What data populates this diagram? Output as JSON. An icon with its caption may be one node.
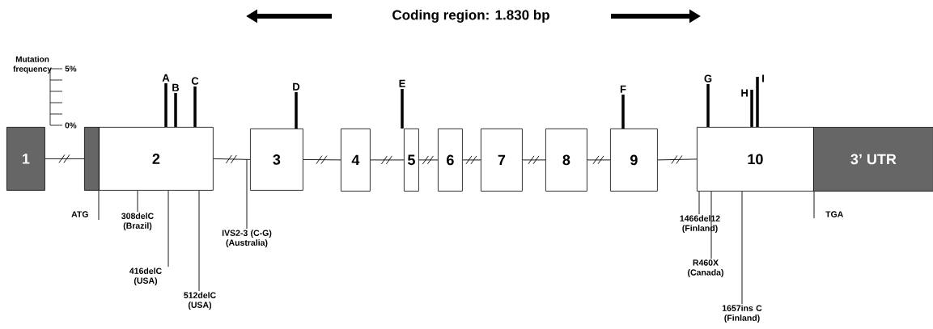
{
  "diagram": {
    "title": "Coding region: 1.830 bp",
    "nodes": [
      {
        "text": [
          "1"
        ]
      },
      {
        "text": [],
        "shape": "box"
      },
      {
        "text": [
          "2"
        ]
      },
      {
        "text": [
          "3"
        ]
      },
      {
        "text": [
          "4"
        ]
      },
      {
        "text": [
          "5"
        ]
      },
      {
        "text": [
          "6"
        ]
      },
      {
        "text": [
          "7"
        ]
      },
      {
        "text": [
          "8"
        ]
      },
      {
        "text": [
          "9"
        ]
      },
      {
        "text": [
          "10"
        ]
      },
      {
        "text": [
          "3’ UTR"
        ]
      },
      {
        "text": [
          "A"
        ]
      },
      {
        "text": [
          "B"
        ]
      },
      {
        "text": [
          "C"
        ]
      },
      {
        "text": [
          "D"
        ]
      },
      {
        "text": [
          "E"
        ]
      },
      {
        "text": [
          "F"
        ]
      },
      {
        "text": [
          "G"
        ]
      },
      {
        "text": [
          "H"
        ]
      },
      {
        "text": [
          "I"
        ]
      },
      {
        "text": [
          "ATG"
        ]
      },
      {
        "text": [
          "308delC (Brazil)"
        ]
      },
      {
        "text": [
          "416delC (USA)"
        ]
      },
      {
        "text": [
          "512delC (USA)"
        ]
      },
      {
        "text": [
          "IVS2-3 (C-G) (Australia)"
        ]
      },
      {
        "text": [
          "1466del12 (Finland)"
        ]
      },
      {
        "text": [
          "R460X (Canada)"
        ]
      },
      {
        "text": [
          "1657ins C (Finland)"
        ]
      },
      {
        "text": [
          "TGA"
        ]
      }
    ],
    "edges": [
      {
        "from": 0,
        "to": 1,
        "arrow": "none"
      },
      {
        "from": 2,
        "to": 3,
        "arrow": "none"
      },
      {
        "from": 3,
        "to": 4,
        "arrow": "none"
      },
      {
        "from": 4,
        "to": 5,
        "arrow": "none"
      },
      {
        "from": 5,
        "to": 6,
        "arrow": "none"
      },
      {
        "from": 6,
        "to": 7,
        "arrow": "none"
      },
      {
        "from": 7,
        "to": 8,
        "arrow": "none"
      },
      {
        "from": 8,
        "to": 9,
        "arrow": "none"
      },
      {
        "from": 9,
        "to": 10,
        "arrow": "none"
      },
      {
        "from": 12,
        "to": 2,
        "arrow": "none",
        "style": "thick"
      },
      {
        "from": 13,
        "to": 2,
        "arrow": "none",
        "style": "thick"
      },
      {
        "from": 14,
        "to": 2,
        "arrow": "none",
        "style": "thick"
      },
      {
        "from": 15,
        "to": 3,
        "arrow": "none",
        "style": "thick"
      },
      {
        "from": 16,
        "to": 5,
        "arrow": "none",
        "style": "thick"
      },
      {
        "from": 17,
        "to": 9,
        "arrow": "none",
        "style": "thick"
      },
      {
        "from": 18,
        "to": 10,
        "arrow": "none",
        "style": "thick"
      },
      {
        "from": 19,
        "to": 10,
        "arrow": "none",
        "style": "thick"
      },
      {
        "from": 20,
        "to": 10,
        "arrow": "none",
        "style": "thick"
      },
      {
        "from": 21,
        "to": 2,
        "arrow": "none"
      },
      {
        "from": 22,
        "to": 2,
        "arrow": "none"
      },
      {
        "from": 23,
        "to": 2,
        "arrow": "none"
      },
      {
        "from": 24,
        "to": 2,
        "arrow": "none"
      },
      {
        "from": 25,
        "to": 3,
        "arrow": "none"
      },
      {
        "from": 26,
        "to": 10,
        "arrow": "none"
      },
      {
        "from": 27,
        "to": 10,
        "arrow": "none"
      },
      {
        "from": 28,
        "to": 10,
        "arrow": "none"
      },
      {
        "from": 29,
        "to": 10,
        "arrow": "none"
      }
    ],
    "labels": [
      "Mutation frequency",
      "5%",
      "0%"
    ]
  }
}
